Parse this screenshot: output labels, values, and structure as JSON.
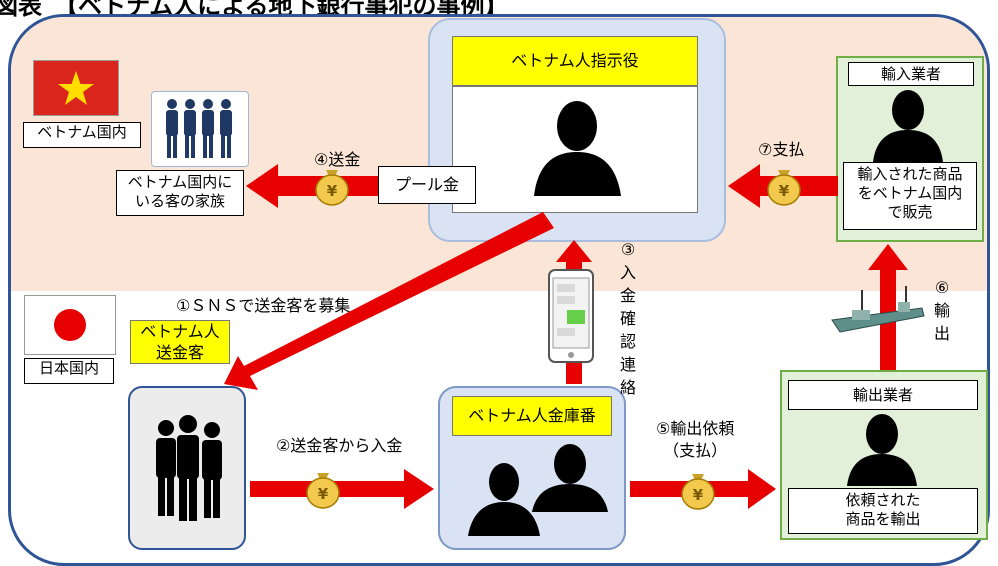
{
  "title": "図表　【ベトナム人による地下銀行事犯の事例】",
  "regions": {
    "vietnam": "ベトナム国内",
    "japan": "日本国内"
  },
  "nodes": {
    "instructor": "ベトナム人指示役",
    "pool": "プール金",
    "family": "ベトナム国内に\nいる客の家族",
    "importer_title": "輸入業者",
    "importer_desc": "輸入された商品\nをベトナム国内\nで販売",
    "customer": "ベトナム人\n送金客",
    "treasurer": "ベトナム人金庫番",
    "exporter_title": "輸出業者",
    "exporter_desc": "依頼された\n商品を輸出"
  },
  "steps": {
    "s1": "①ＳＮＳで送金客を募集",
    "s2": "②送金客から入金",
    "s3": "③入金確認連絡",
    "s4": "④送金",
    "s5": "⑤輸出依頼\n（支払）",
    "s6": "⑥輸出",
    "s7": "⑦支払"
  },
  "colors": {
    "arrow": "#e60000",
    "frame": "#2f5597",
    "band": "#fbe5d6",
    "label_yellow": "#ffff00",
    "green_box": "#e2f0d9",
    "blue_box": "#dae3f3"
  },
  "icons": [
    "vietnam-flag-icon",
    "japan-flag-icon",
    "group-icon",
    "silhouette-icon",
    "money-bag-icon",
    "smartphone-icon",
    "ship-icon"
  ]
}
